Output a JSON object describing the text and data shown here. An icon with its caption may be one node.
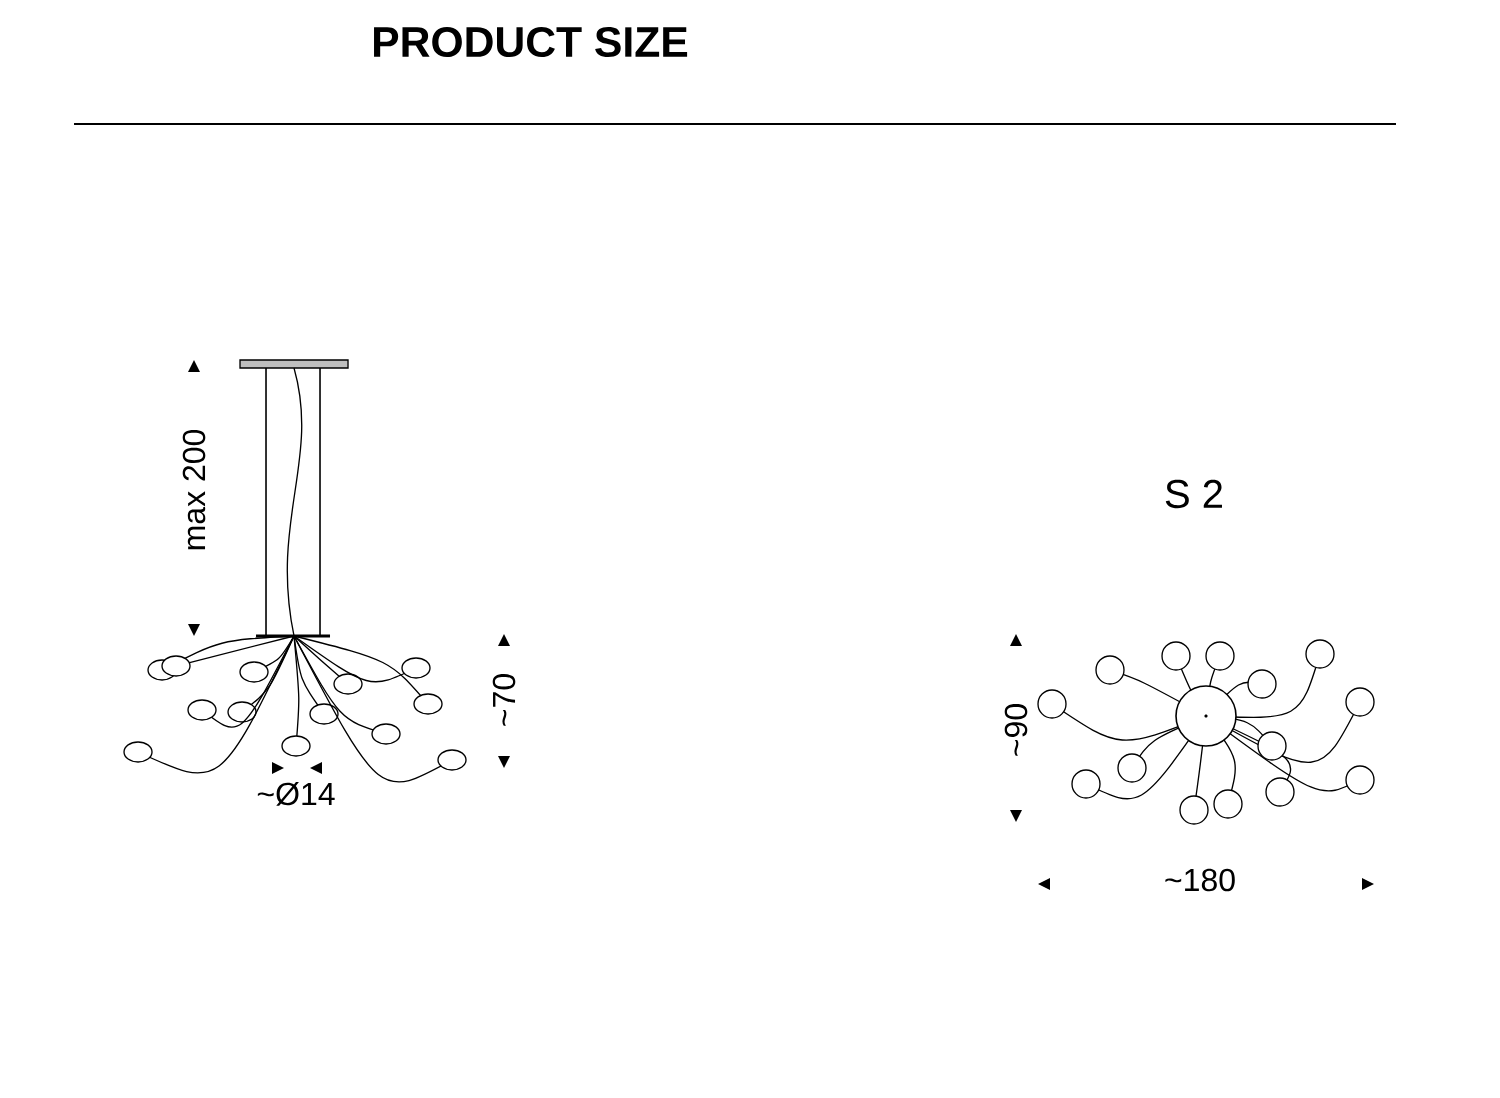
{
  "diagram": {
    "title": "PRODUCT SIZE",
    "labels": [
      "max 200",
      "~70",
      "~Ø14",
      "S 2",
      "~90",
      "~180"
    ]
  }
}
